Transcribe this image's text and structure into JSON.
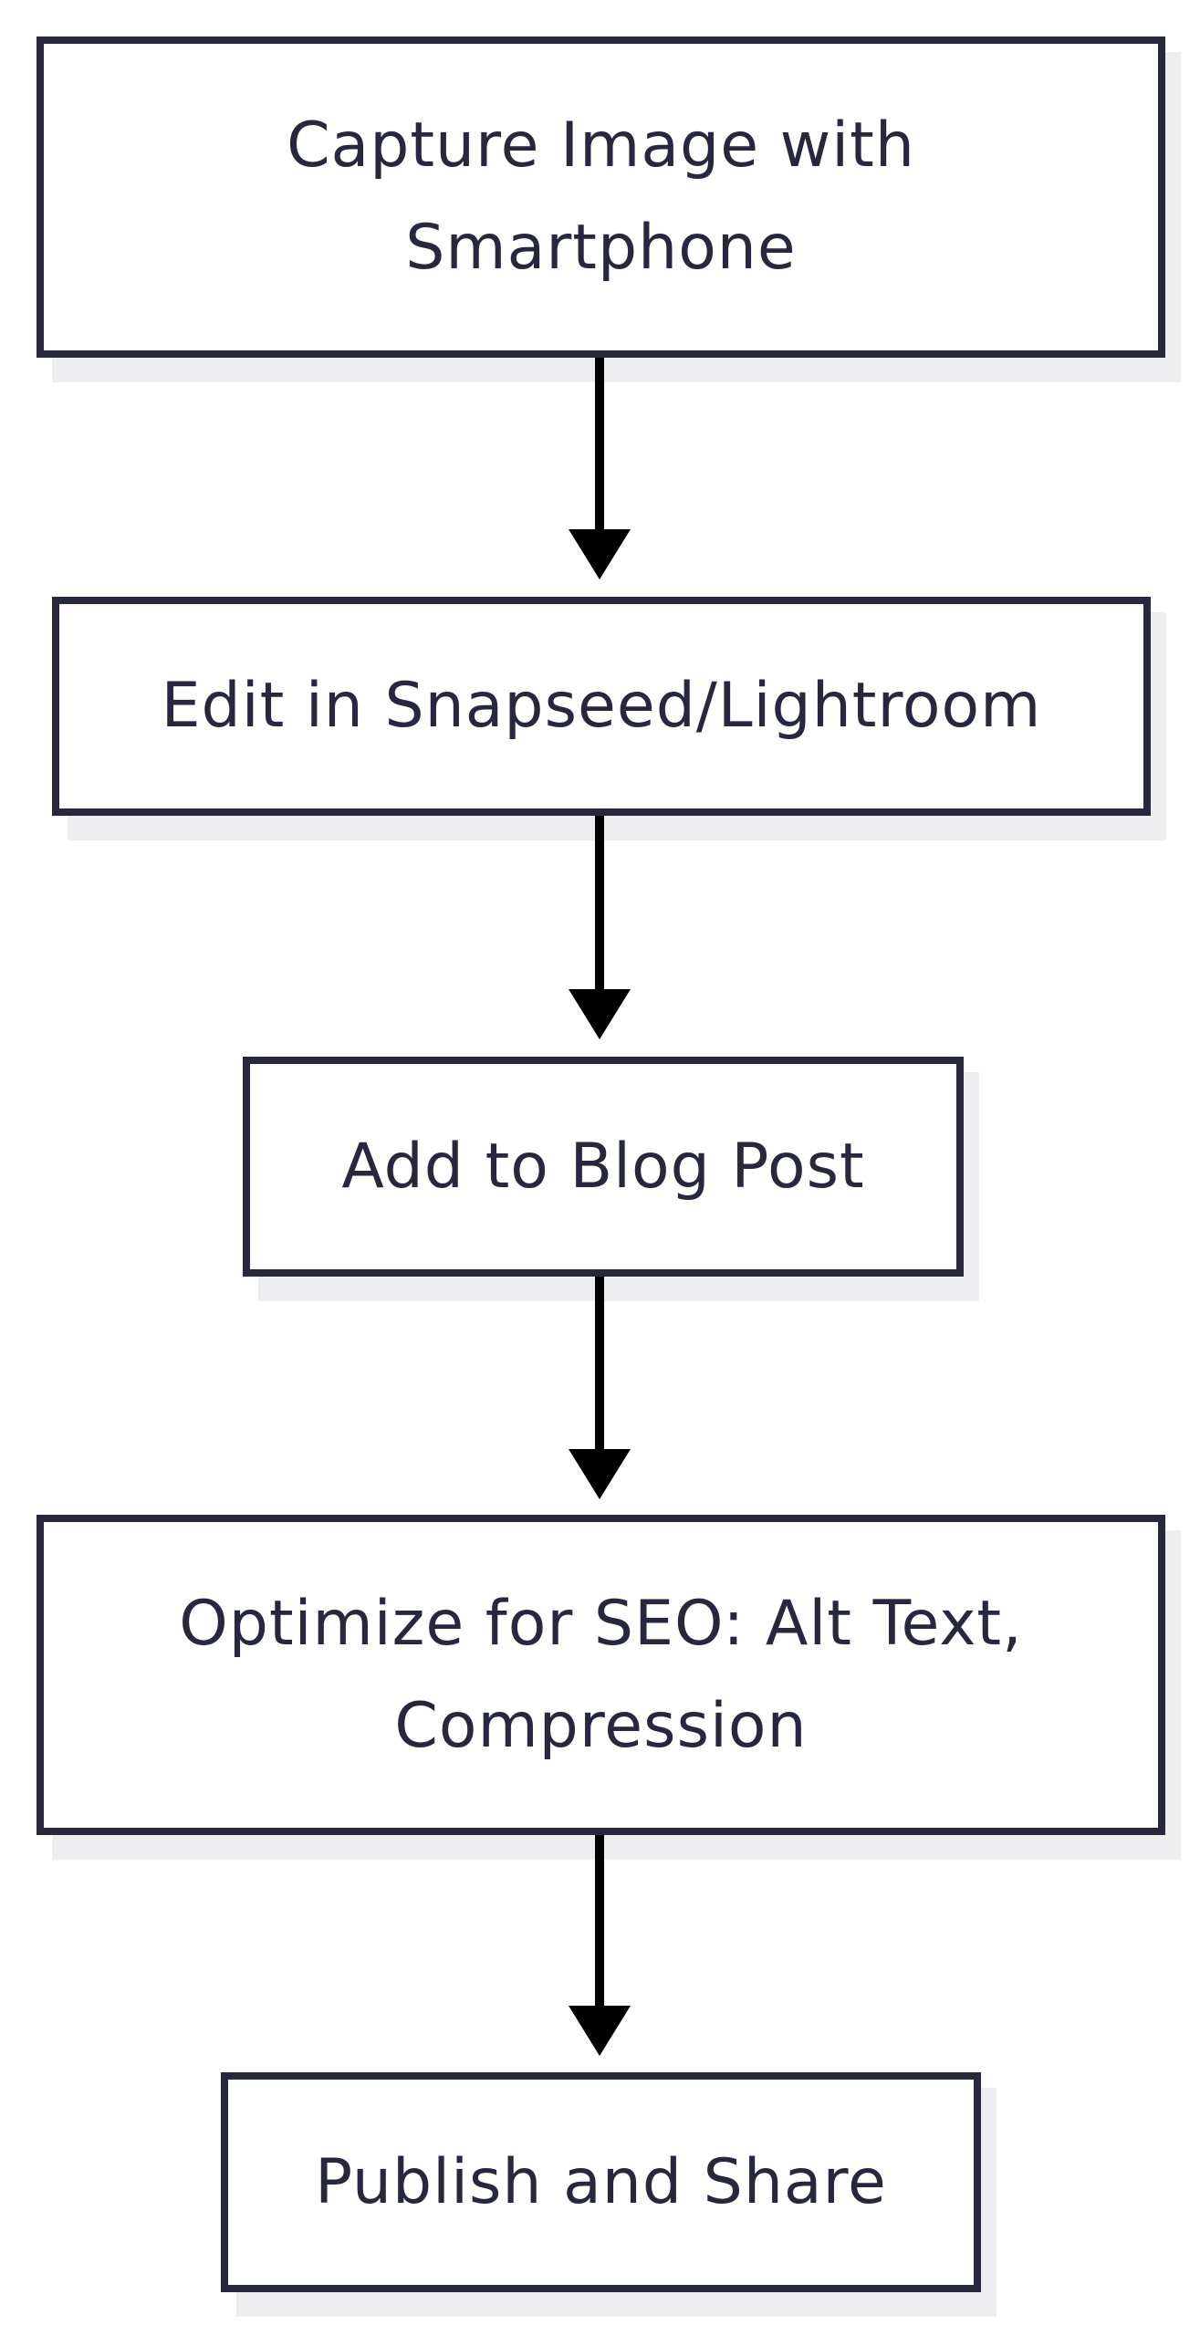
{
  "diagram": {
    "type": "flowchart",
    "direction": "top-to-bottom",
    "colors": {
      "node_border": "#27273d",
      "node_text": "#27273d",
      "node_fill": "#ffffff",
      "node_shadow": "#eeeef0",
      "edge": "#000000"
    },
    "nodes": [
      {
        "id": "capture",
        "label": "Capture Image with\nSmartphone"
      },
      {
        "id": "edit",
        "label": "Edit in Snapseed/Lightroom"
      },
      {
        "id": "add",
        "label": "Add to Blog Post"
      },
      {
        "id": "optimize",
        "label": "Optimize for SEO: Alt Text,\nCompression"
      },
      {
        "id": "publish",
        "label": "Publish and Share"
      }
    ],
    "edges": [
      {
        "from": "capture",
        "to": "edit"
      },
      {
        "from": "edit",
        "to": "add"
      },
      {
        "from": "add",
        "to": "optimize"
      },
      {
        "from": "optimize",
        "to": "publish"
      }
    ]
  }
}
